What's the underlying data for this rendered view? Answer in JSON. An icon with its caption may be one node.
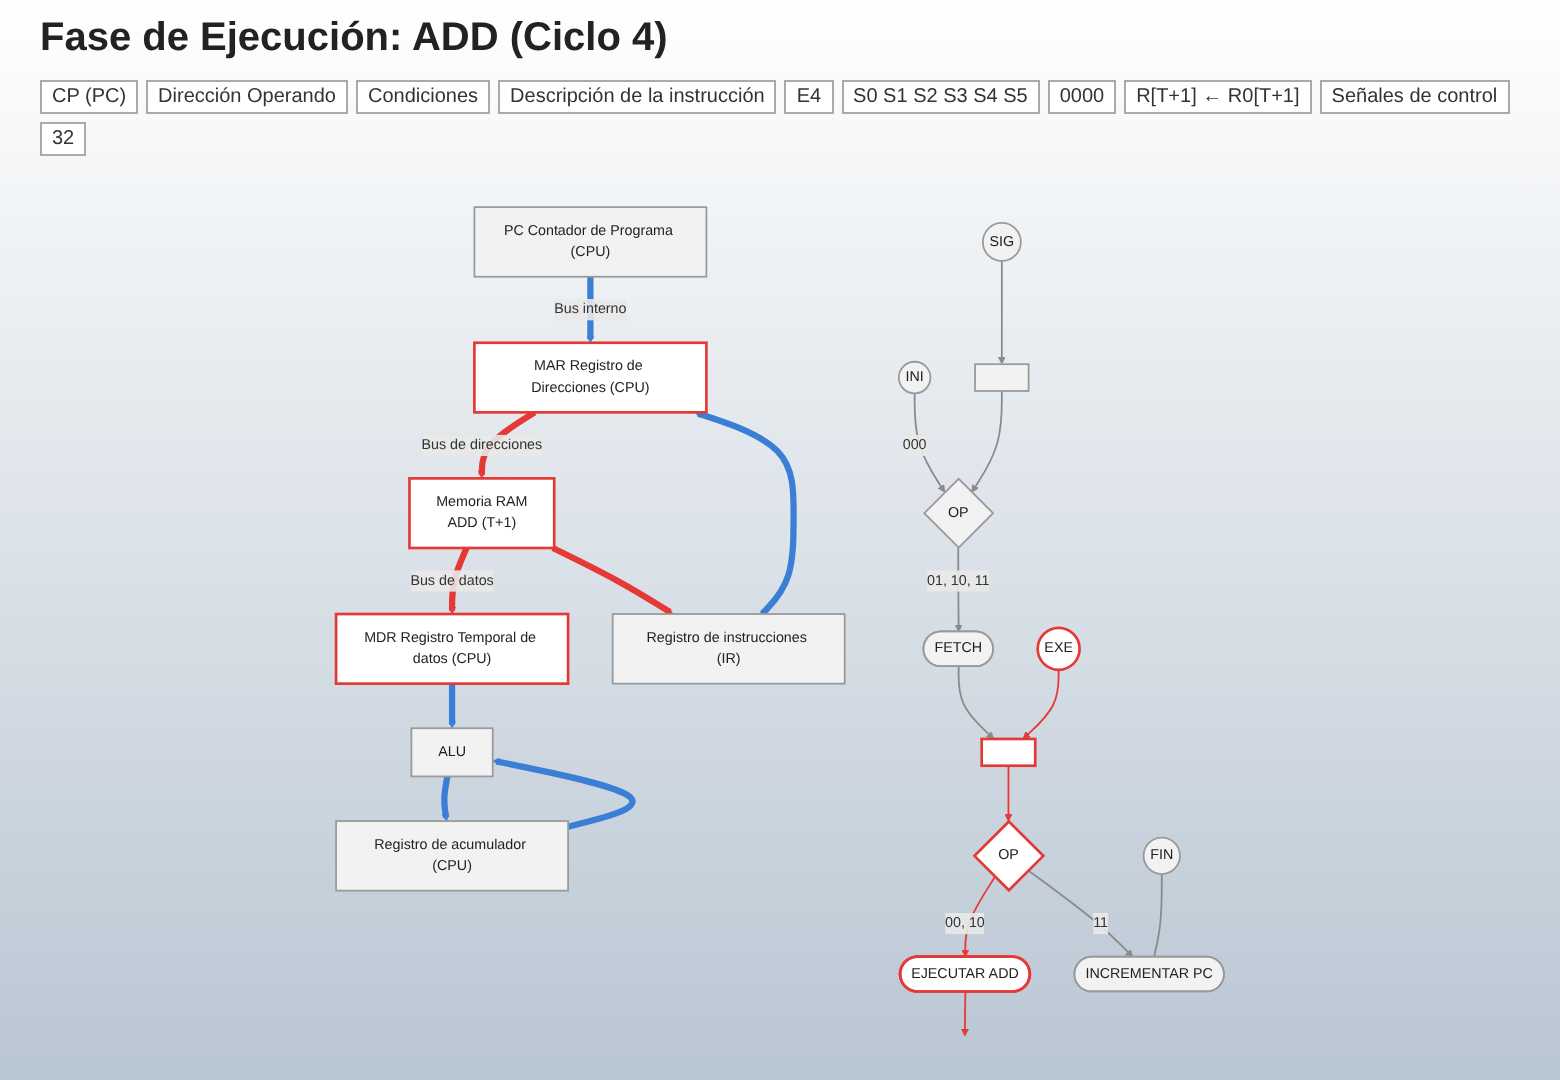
{
  "diagram": {
    "title": "Fase de Ejecución: ADD (Ciclo 4)",
    "nodes": [
      {
        "text": [
          "PC Contador de Programa (CPU)"
        ]
      },
      {
        "text": [
          "MAR Registro de Direcciones (CPU)"
        ]
      },
      {
        "text": [
          "Memoria RAM",
          "ADD (T+1)"
        ]
      },
      {
        "text": [
          "Registro de instrucciones (IR)"
        ]
      },
      {
        "text": [
          "MDR Registro Temporal de datos (CPU)"
        ]
      },
      {
        "text": [
          "ALU"
        ]
      },
      {
        "text": [
          "Registro de acumulador (CPU)"
        ]
      },
      {
        "text": [
          "INI"
        ]
      },
      {
        "text": [
          "SIG"
        ]
      },
      {
        "text": [],
        "shape": "box"
      },
      {
        "text": [
          "OP"
        ]
      },
      {
        "text": [
          "FETCH"
        ]
      },
      {
        "text": [
          "EXE"
        ]
      },
      {
        "text": [],
        "shape": "box"
      },
      {
        "text": [
          "OP"
        ]
      },
      {
        "text": [
          "EJECUTAR ADD"
        ]
      },
      {
        "text": [
          "INCREMENTAR PC"
        ]
      },
      {
        "text": [
          "FIN"
        ]
      }
    ],
    "edges": [
      {
        "from": 0,
        "to": 1,
        "arrow": "to",
        "label": "Bus interno",
        "style": "thick",
        "color": "#3a7fd5"
      },
      {
        "from": 1,
        "to": 2,
        "arrow": "to",
        "label": "Bus de direcciones",
        "style": "thick",
        "color": "#e53935"
      },
      {
        "from": 2,
        "to": 4,
        "arrow": "to",
        "label": "Bus de datos",
        "style": "thick",
        "color": "#e53935"
      },
      {
        "from": 2,
        "to": 3,
        "arrow": "to",
        "style": "thick",
        "color": "#e53935"
      },
      {
        "from": 3,
        "to": 1,
        "arrow": "to",
        "style": "thick",
        "color": "#3a7fd5"
      },
      {
        "from": 4,
        "to": 5,
        "arrow": "to",
        "style": "thick",
        "color": "#3a7fd5"
      },
      {
        "from": 5,
        "to": 6,
        "arrow": "to",
        "style": "thick",
        "color": "#3a7fd5"
      },
      {
        "from": 6,
        "to": 5,
        "arrow": "to",
        "style": "thick",
        "color": "#3a7fd5"
      },
      {
        "from": 7,
        "to": 10,
        "arrow": "to",
        "label": "000",
        "color": "#8a8a8a"
      },
      {
        "from": 8,
        "to": 9,
        "arrow": "to",
        "color": "#8a8a8a"
      },
      {
        "from": 9,
        "to": 10,
        "arrow": "to",
        "color": "#8a8a8a"
      },
      {
        "from": 10,
        "to": 11,
        "arrow": "to",
        "label": "01, 10, 11",
        "color": "#8a8a8a"
      },
      {
        "from": 11,
        "to": 13,
        "arrow": "to",
        "color": "#8a8a8a"
      },
      {
        "from": 12,
        "to": 13,
        "arrow": "to",
        "color": "#e53935"
      },
      {
        "from": 13,
        "to": 14,
        "arrow": "to",
        "color": "#e53935"
      },
      {
        "from": 14,
        "to": 15,
        "arrow": "to",
        "label": "00, 10",
        "color": "#e53935"
      },
      {
        "from": 14,
        "to": 16,
        "arrow": "to",
        "label": "11",
        "color": "#8a8a8a"
      },
      {
        "from": 17,
        "to": 16,
        "arrow": "none",
        "color": "#8a8a8a"
      },
      {
        "from": 15,
        "to": null,
        "arrow": "to",
        "color": "#e53935"
      }
    ],
    "labels": [
      "CP (PC)",
      "Dirección Operando",
      "Condiciones",
      "Descripción de la instrucción",
      "E4",
      "S0 S1 S2 S3 S4 S5",
      "0000",
      "R[T+1] ← R0[T+1]",
      "Señales de control",
      "32"
    ]
  }
}
